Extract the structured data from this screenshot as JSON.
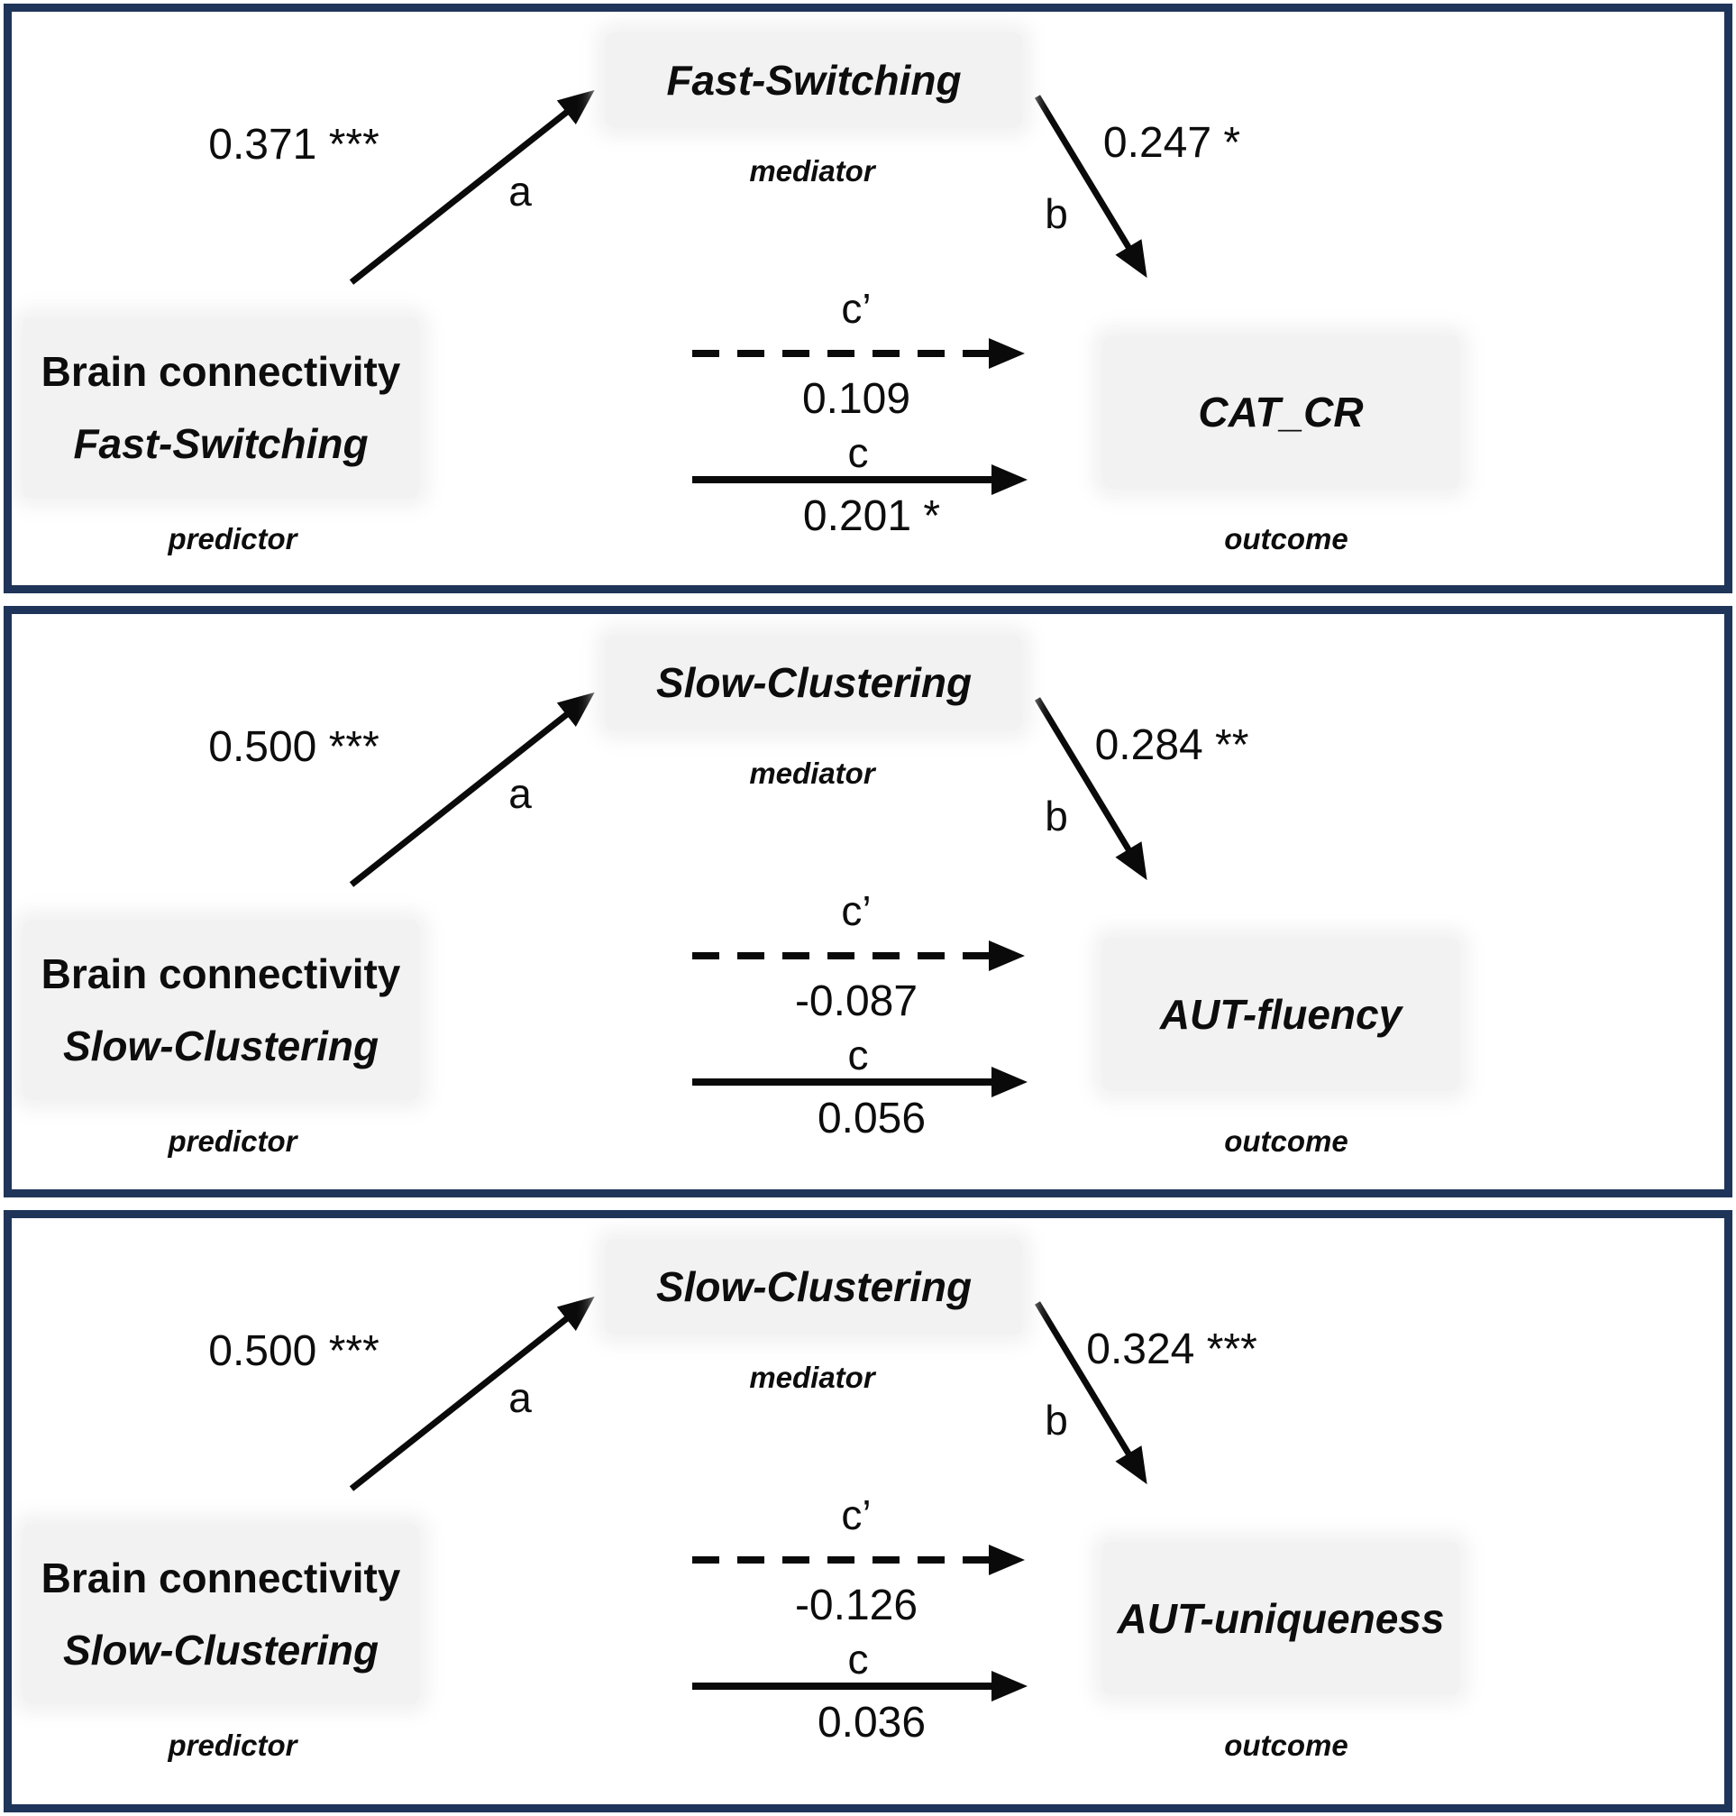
{
  "colors": {
    "panel_border": "#1f3459",
    "node_bg": "#f2f2f2",
    "arrow": "#0a0a0a",
    "text": "#0d0d0d"
  },
  "panels": [
    {
      "mediator": {
        "title": "Fast-Switching",
        "role": "mediator"
      },
      "predictor": {
        "line1": "Brain connectivity",
        "line2": "Fast-Switching",
        "role": "predictor"
      },
      "outcome": {
        "title": "CAT_CR",
        "role": "outcome"
      },
      "paths": {
        "a": {
          "label": "a",
          "value": "0.371 ***"
        },
        "b": {
          "label": "b",
          "value": "0.247 *"
        },
        "c_prime": {
          "label": "c’",
          "value": "0.109"
        },
        "c": {
          "label": "c",
          "value": "0.201 *"
        }
      }
    },
    {
      "mediator": {
        "title": "Slow-Clustering",
        "role": "mediator"
      },
      "predictor": {
        "line1": "Brain connectivity",
        "line2": "Slow-Clustering",
        "role": "predictor"
      },
      "outcome": {
        "title": "AUT-fluency",
        "role": "outcome"
      },
      "paths": {
        "a": {
          "label": "a",
          "value": "0.500 ***"
        },
        "b": {
          "label": "b",
          "value": "0.284 **"
        },
        "c_prime": {
          "label": "c’",
          "value": "-0.087"
        },
        "c": {
          "label": "c",
          "value": "0.056"
        }
      }
    },
    {
      "mediator": {
        "title": "Slow-Clustering",
        "role": "mediator"
      },
      "predictor": {
        "line1": "Brain connectivity",
        "line2": "Slow-Clustering",
        "role": "predictor"
      },
      "outcome": {
        "title": "AUT-uniqueness",
        "role": "outcome"
      },
      "paths": {
        "a": {
          "label": "a",
          "value": "0.500 ***"
        },
        "b": {
          "label": "b",
          "value": "0.324 ***"
        },
        "c_prime": {
          "label": "c’",
          "value": "-0.126"
        },
        "c": {
          "label": "c",
          "value": "0.036"
        }
      }
    }
  ]
}
